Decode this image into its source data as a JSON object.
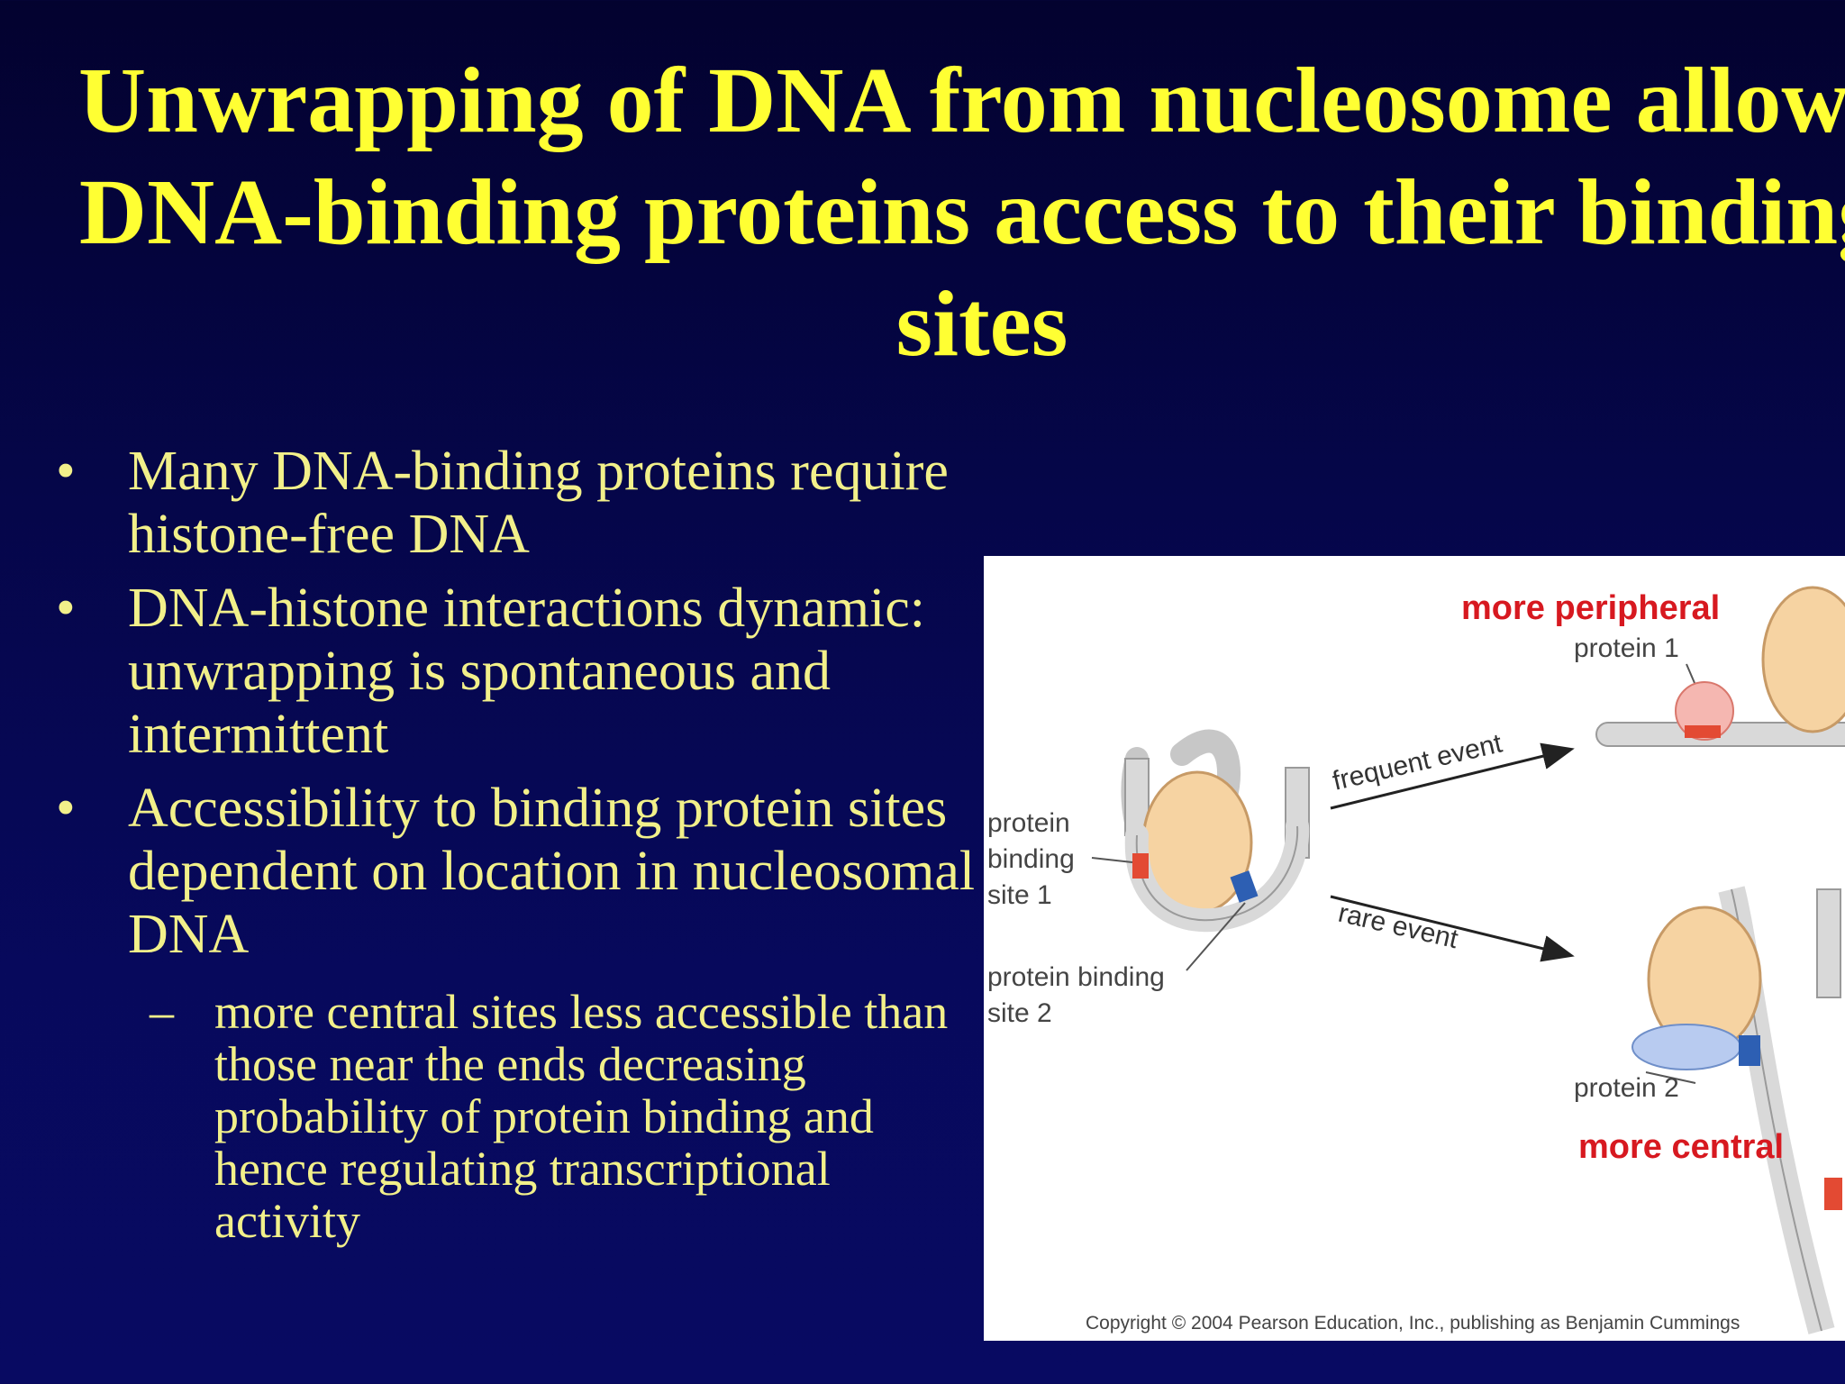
{
  "slide": {
    "title_lines": [
      "Unwrapping of DNA from nucleosome allows",
      "DNA-binding proteins access to their binding",
      "sites"
    ],
    "bullets": [
      {
        "marker": "•",
        "text": "Many DNA-binding proteins require histone-free DNA"
      },
      {
        "marker": "•",
        "text": "DNA-histone interactions dynamic: unwrapping is spontaneous and intermittent"
      },
      {
        "marker": "•",
        "text": "Accessibility to binding protein sites dependent on location in nucleosomal DNA"
      }
    ],
    "sub_bullet": {
      "marker": "–",
      "text": "more central sites less accessible than those near the ends decreasing probability of protein binding and hence regulating transcriptional activity"
    }
  },
  "figure": {
    "labels": {
      "site1": [
        "protein",
        "binding",
        "site 1"
      ],
      "site2": [
        "protein binding",
        "site 2"
      ],
      "frequent": "frequent event",
      "rare": "rare event",
      "peripheral": "more peripheral",
      "protein1": "protein 1",
      "protein2": "protein 2",
      "central": "more central",
      "copyright": "Copyright © 2004 Pearson Education, Inc., publishing as Benjamin Cummings"
    },
    "colors": {
      "histone": "#f6d3a2",
      "dna": "#d9d9d9",
      "site1": "#e34a33",
      "site2": "#2d5fb3",
      "protein1": "#f5b7b1",
      "protein2": "#b8cbf0",
      "highlight_text": "#d71920"
    }
  }
}
